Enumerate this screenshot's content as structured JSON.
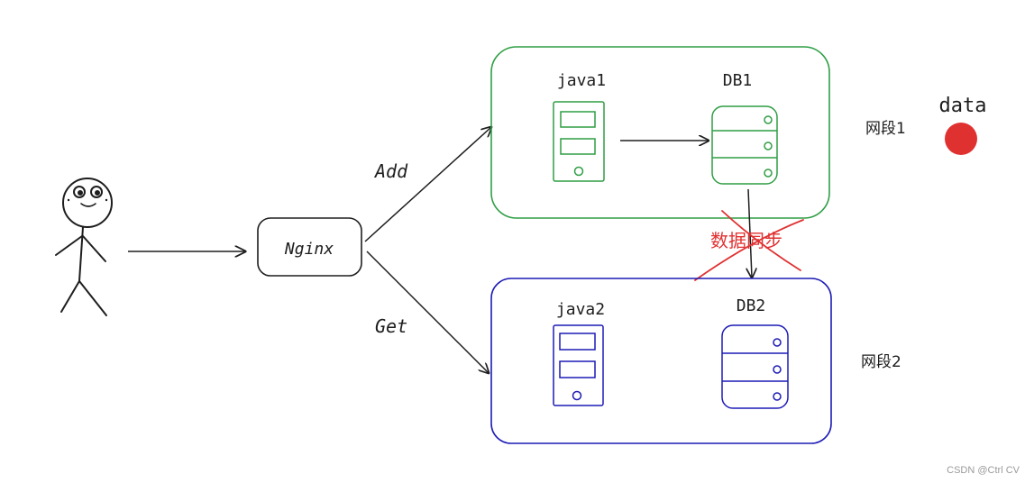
{
  "nginx": {
    "label": "Nginx"
  },
  "edges": {
    "add_label": "Add",
    "get_label": "Get"
  },
  "segment1": {
    "label": "网段1",
    "app": "java1",
    "db": "DB1",
    "color": "#2f9e44"
  },
  "segment2": {
    "label": "网段2",
    "app": "java2",
    "db": "DB2",
    "color": "#1c1cb5"
  },
  "sync": {
    "label": "数据同步",
    "color": "#e03131",
    "status": "crossed-out"
  },
  "data_marker": {
    "label": "data",
    "color": "#e03131"
  },
  "watermark": "CSDN @Ctrl CV",
  "icons": [
    "stick-figure-user-icon",
    "server-icon",
    "database-icon",
    "red-dot-icon"
  ]
}
